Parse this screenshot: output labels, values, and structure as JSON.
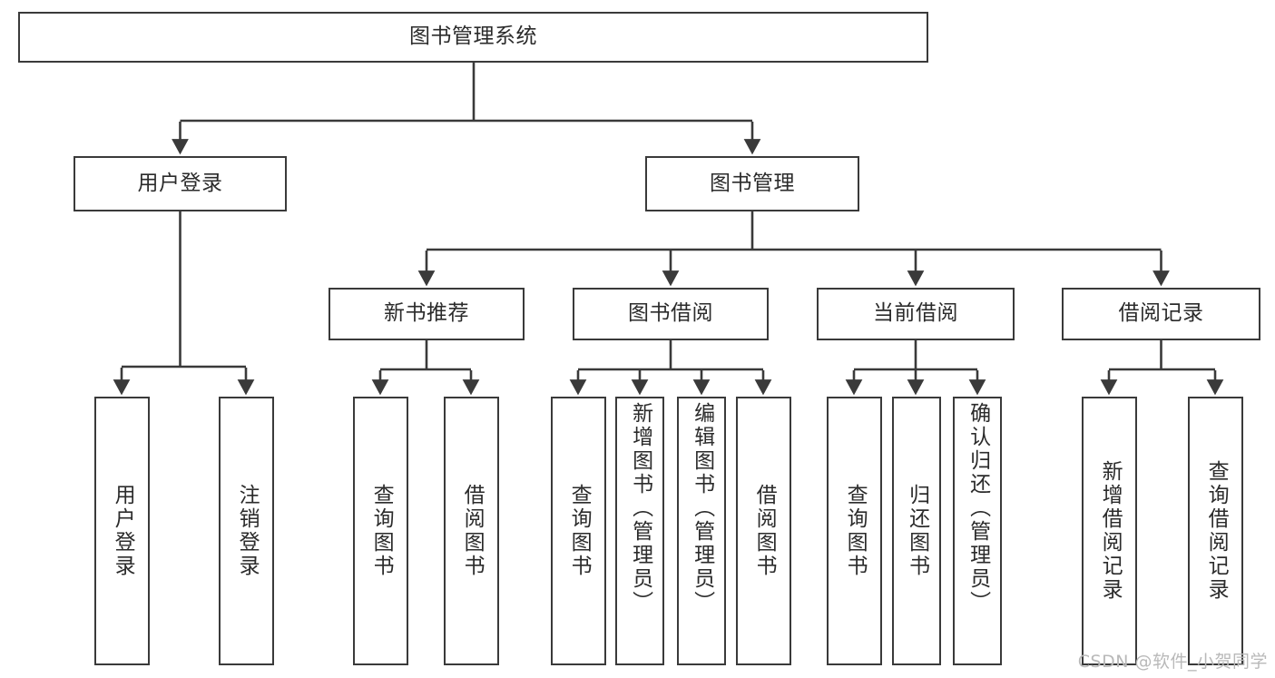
{
  "diagram": {
    "title": "图书管理系统",
    "type": "tree-hierarchy-diagram",
    "colors": {
      "box_border": "#3a3a3a",
      "box_fill": "#ffffff",
      "edge": "#3a3a3a",
      "text": "#2b2b2b",
      "watermark": "#b9b9b9",
      "background": "#ffffff"
    },
    "nodes": {
      "root": {
        "label": "图书管理系统"
      },
      "level2": [
        {
          "label": "用户登录"
        },
        {
          "label": "图书管理"
        }
      ],
      "level3": [
        {
          "label": "新书推荐"
        },
        {
          "label": "图书借阅"
        },
        {
          "label": "当前借阅"
        },
        {
          "label": "借阅记录"
        }
      ],
      "leaves": {
        "user_login": [
          {
            "label": "用户登录"
          },
          {
            "label": "注销登录"
          }
        ],
        "new_book_recommend": [
          {
            "label": "查询图书"
          },
          {
            "label": "借阅图书"
          }
        ],
        "book_borrow": [
          {
            "label": "查询图书"
          },
          {
            "label": "新增图书（管理员）"
          },
          {
            "label": "编辑图书（管理员）"
          },
          {
            "label": "借阅图书"
          }
        ],
        "current_borrow": [
          {
            "label": "查询图书"
          },
          {
            "label": "归还图书"
          },
          {
            "label": "确认归还（管理员）"
          }
        ],
        "borrow_record": [
          {
            "label": "新增借阅记录"
          },
          {
            "label": "查询借阅记录"
          }
        ]
      }
    },
    "watermark": "CSDN @软件_小贺同学"
  }
}
